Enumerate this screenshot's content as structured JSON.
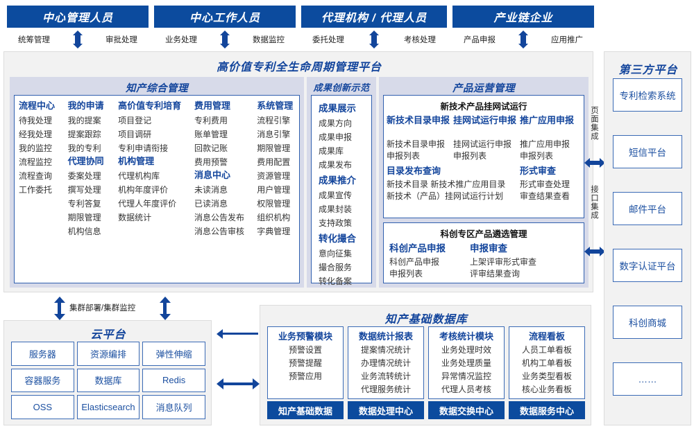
{
  "actors": [
    {
      "title": "中心管理人员",
      "left_action": "统筹管理",
      "right_action": "审批处理"
    },
    {
      "title": "中心工作人员",
      "left_action": "业务处理",
      "right_action": "数据监控"
    },
    {
      "title": "代理机构 / 代理人员",
      "left_action": "委托处理",
      "right_action": "考核处理"
    },
    {
      "title": "产业链企业",
      "left_action": "产品申报",
      "right_action": "应用推广"
    }
  ],
  "platform": {
    "title": "高价值专利全生命周期管理平台",
    "panels": {
      "ip_management": {
        "title": "知产综合管理",
        "columns": [
          {
            "groups": [
              {
                "head": "流程中心",
                "items": [
                  "待我处理",
                  "经我处理",
                  "我的监控",
                  "流程监控",
                  "流程查询",
                  "工作委托"
                ]
              }
            ]
          },
          {
            "groups": [
              {
                "head": "我的申请",
                "items": [
                  "我的提案",
                  "提案跟踪",
                  "我的专利"
                ]
              },
              {
                "head": "代理协同",
                "items": [
                  "委案处理",
                  "撰写处理",
                  "专利答复",
                  "期限管理",
                  "机构信息"
                ]
              }
            ]
          },
          {
            "groups": [
              {
                "head": "高价值专利培育",
                "items": [
                  "项目登记",
                  "项目调研",
                  "专利申请衔接"
                ]
              },
              {
                "head": "机构管理",
                "items": [
                  "代理机构库",
                  "机构年度评价",
                  "代理人年度评价",
                  "数据统计"
                ]
              }
            ]
          },
          {
            "groups": [
              {
                "head": "费用管理",
                "items": [
                  "专利费用",
                  "账单管理",
                  "回款记账",
                  "费用预警"
                ]
              },
              {
                "head": "消息中心",
                "items": [
                  "未读消息",
                  "已读消息",
                  "消息公告发布",
                  "消息公告审核"
                ]
              }
            ]
          },
          {
            "groups": [
              {
                "head": "系统管理",
                "items": [
                  "流程引擎",
                  "消息引擎",
                  "期限管理",
                  "费用配置",
                  "资源管理",
                  "用户管理",
                  "权限管理",
                  "组织机构",
                  "字典管理"
                ]
              }
            ]
          }
        ]
      },
      "achievement": {
        "title": "成果创新示范",
        "groups": [
          {
            "head": "成果展示",
            "items": [
              "成果方向",
              "成果申报",
              "成果库",
              "成果发布"
            ]
          },
          {
            "head": "成果推介",
            "items": [
              "成果宣传",
              "成果封装",
              "支持政策"
            ]
          },
          {
            "head": "转化撮合",
            "items": [
              "意向征集",
              "撮合服务",
              "转化备案"
            ]
          }
        ]
      },
      "product_ops": {
        "title": "产品运营管理",
        "box1": {
          "title": "新技术产品挂网试运行",
          "columns": [
            {
              "head": "新技术目录申报",
              "items": [
                "新技术目录申报",
                "申报列表"
              ]
            },
            {
              "head": "挂网试运行申报",
              "items": [
                "挂网试运行申报",
                "申报列表"
              ]
            },
            {
              "head": "推广应用申报",
              "items": [
                "推广应用申报",
                "申报列表"
              ]
            }
          ],
          "row2_left": {
            "head": "目录发布查询",
            "items": [
              "新技术目录",
              "新技术推广应用目录",
              "新技术（产品）挂网试运行计划"
            ]
          },
          "row2_right": {
            "head": "形式审查",
            "items": [
              "形式审查处理",
              "审查结果查看"
            ]
          }
        },
        "box2": {
          "title": "科创专区产品遴选管理",
          "columns": [
            {
              "head": "科创产品申报",
              "items": [
                "科创产品申报",
                "申报列表"
              ]
            },
            {
              "head": "申报审查",
              "items": [
                "上架评审形式审查",
                "评审结果查询"
              ]
            }
          ]
        }
      }
    }
  },
  "integration": {
    "page_label": "页面集成",
    "api_label": "接口集成"
  },
  "third_party": {
    "title": "第三方平台",
    "items": [
      "专利检索系统",
      "短信平台",
      "邮件平台",
      "数字认证平台",
      "科创商城",
      "……"
    ]
  },
  "cloud": {
    "cluster_label": "集群部署/集群监控",
    "title": "云平台",
    "cells": [
      "服务器",
      "资源编排",
      "弹性伸缩",
      "容器服务",
      "数据库",
      "Redis",
      "OSS",
      "Elasticsearch",
      "消息队列"
    ]
  },
  "database": {
    "title": "知产基础数据库",
    "columns": [
      {
        "head": "业务预警模块",
        "items": [
          "预警设置",
          "预警提醒",
          "预警应用"
        ],
        "foot": "知产基础数据"
      },
      {
        "head": "数据统计报表",
        "items": [
          "提案情况统计",
          "办理情况统计",
          "业务流转统计",
          "代理服务统计"
        ],
        "foot": "数据处理中心"
      },
      {
        "head": "考核统计模块",
        "items": [
          "业务处理时效",
          "业务处理质量",
          "异常情况监控",
          "代理人员考核"
        ],
        "foot": "数据交换中心"
      },
      {
        "head": "流程看板",
        "items": [
          "人员工单看板",
          "机构工单看板",
          "业务类型看板",
          "核心业务看板"
        ],
        "foot": "数据服务中心"
      }
    ]
  },
  "colors": {
    "primary_blue": "#0c4b9e",
    "accent_blue": "#13459c",
    "panel_bg": "#d7dae9",
    "container_bg": "#f2f2f2",
    "border_blue": "#3a6ab5"
  }
}
